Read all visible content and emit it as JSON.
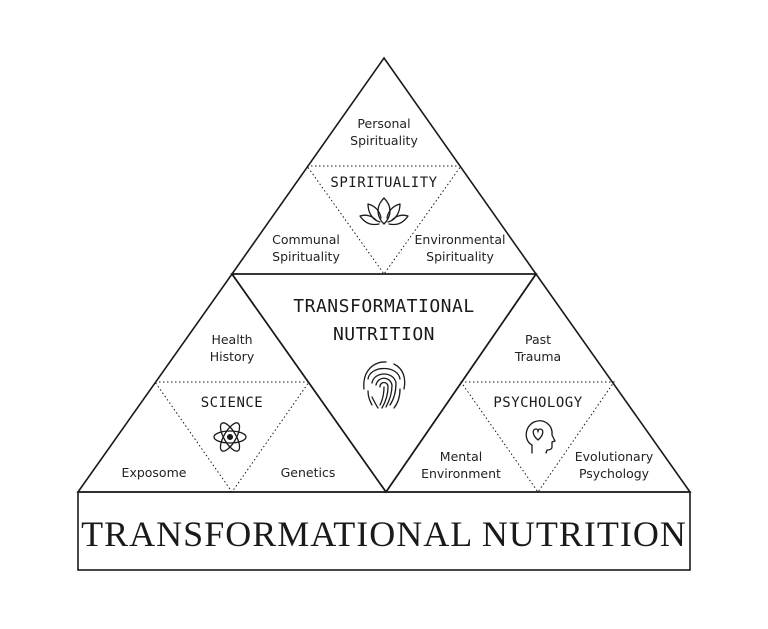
{
  "base_title": "TRANSFORMATIONAL NUTRITION",
  "center": {
    "line1": "TRANSFORMATIONAL",
    "line2": "NUTRITION"
  },
  "spirituality": {
    "heading": "SPIRITUALITY",
    "top": [
      "Personal",
      "Spirituality"
    ],
    "left": [
      "Communal",
      "Spirituality"
    ],
    "right": [
      "Environmental",
      "Spirituality"
    ]
  },
  "science": {
    "heading": "SCIENCE",
    "top": [
      "Health",
      "History"
    ],
    "left": [
      "Exposome"
    ],
    "right": [
      "Genetics"
    ]
  },
  "psychology": {
    "heading": "PSYCHOLOGY",
    "top": [
      "Past",
      "Trauma"
    ],
    "left": [
      "Mental",
      "Environment"
    ],
    "right": [
      "Evolutionary",
      "Psychology"
    ]
  },
  "icons": {
    "spirituality": "lotus-icon",
    "center": "fingerprint-icon",
    "science": "atom-icon",
    "psychology": "head-heart-icon"
  }
}
